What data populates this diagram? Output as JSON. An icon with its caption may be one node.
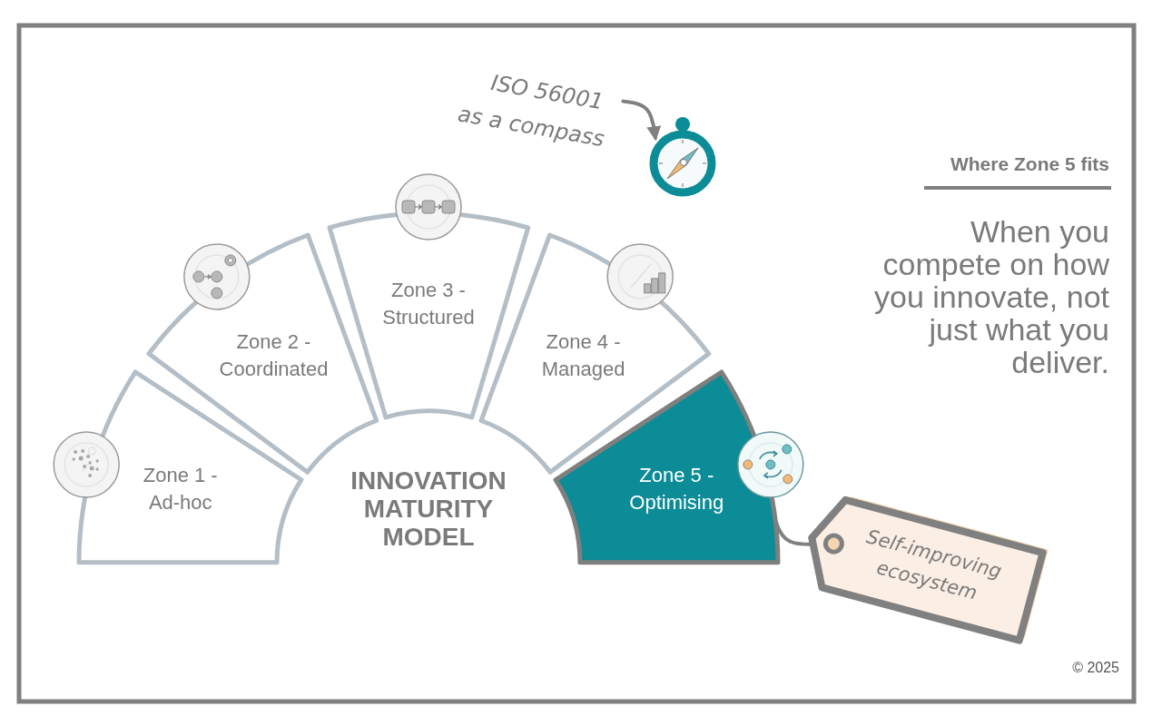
{
  "diagram": {
    "nodes": [
      {
        "text": [
          "Zone 1 - Ad-hoc"
        ]
      },
      {
        "text": [
          "Zone 2 - Coordinated"
        ]
      },
      {
        "text": [
          "Zone 3 - Structured"
        ]
      },
      {
        "text": [
          "Zone 4 - Managed"
        ]
      },
      {
        "text": [
          "Zone 5 - Optimising"
        ]
      },
      {
        "text": [
          "ISO 56001 as a compass"
        ]
      },
      {
        "text": [],
        "shape": "picture"
      },
      {
        "text": [
          "Self-improving ecosystem"
        ]
      }
    ],
    "edges": [
      {
        "from": 5,
        "to": 6,
        "arrow": "to"
      },
      {
        "from": 4,
        "to": 7,
        "arrow": "none"
      }
    ],
    "labels": [
      "INNOVATION MATURITY MODEL",
      "Where Zone 5 fits",
      "When you compete on how you innovate, not just what you deliver.",
      "© 2025"
    ]
  }
}
